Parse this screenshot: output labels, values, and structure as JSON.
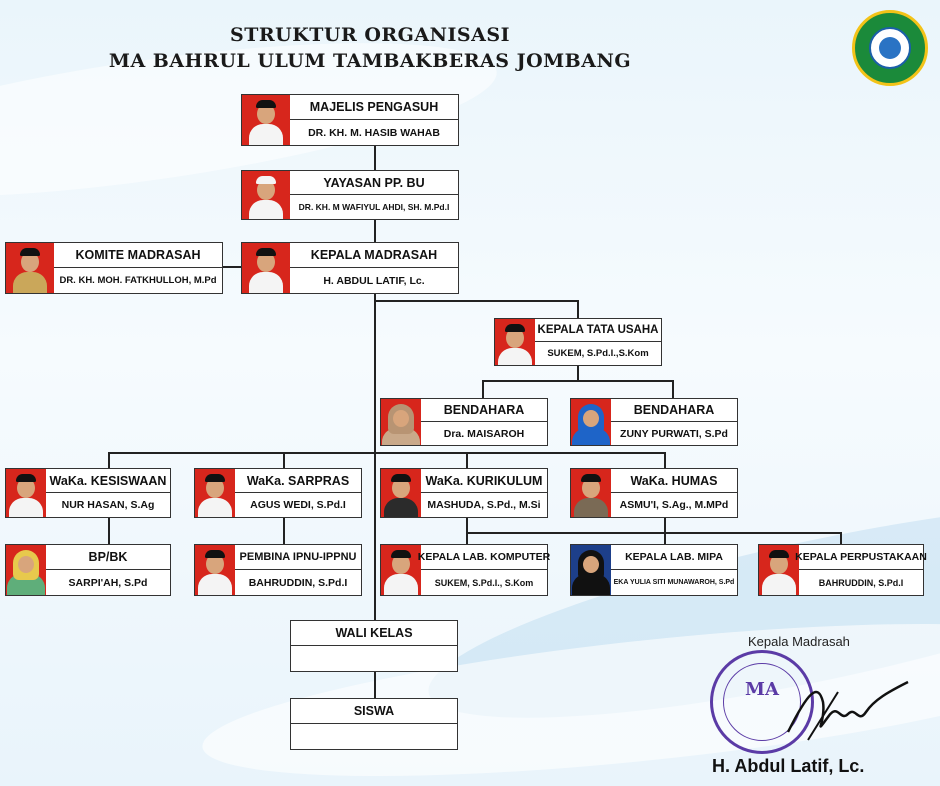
{
  "header": {
    "title_line1": "STRUKTUR ORGANISASI",
    "title_line2": "MA BAHRUL ULUM TAMBAKBERAS JOMBANG"
  },
  "logo": {
    "icon": "school-emblem-icon",
    "colors": {
      "ring": "#1b8a3a",
      "border": "#f3c318",
      "globe": "#2a73c4"
    }
  },
  "nodes": {
    "majelis": {
      "title": "MAJELIS PENGASUH",
      "name": "DR. KH. M. HASIB WAHAB"
    },
    "yayasan": {
      "title": "YAYASAN PP. BU",
      "name": "DR. KH. M WAFIYUL AHDI, SH. M.Pd.I"
    },
    "komite": {
      "title": "KOMITE MADRASAH",
      "name": "DR. KH. MOH. FATKHULLOH, M.Pd"
    },
    "kepala": {
      "title": "KEPALA MADRASAH",
      "name": "H. ABDUL LATIF, Lc."
    },
    "tata_usaha": {
      "title": "KEPALA TATA USAHA",
      "name": "SUKEM, S.Pd.I.,S.Kom"
    },
    "bendahara1": {
      "title": "BENDAHARA",
      "name": "Dra. MAISAROH"
    },
    "bendahara2": {
      "title": "BENDAHARA",
      "name": "ZUNY PURWATI, S.Pd"
    },
    "kesiswaan": {
      "title": "WaKa. KESISWAAN",
      "name": "NUR HASAN, S.Ag"
    },
    "sarpras": {
      "title": "WaKa. SARPRAS",
      "name": "AGUS WEDI, S.Pd.I"
    },
    "kurikulum": {
      "title": "WaKa. KURIKULUM",
      "name": "MASHUDA, S.Pd., M.Si"
    },
    "humas": {
      "title": "WaKa. HUMAS",
      "name": "ASMU'I, S.Ag., M.MPd"
    },
    "bpbk": {
      "title": "BP/BK",
      "name": "SARPI'AH, S.Pd"
    },
    "ipnu": {
      "title": "PEMBINA IPNU-IPPNU",
      "name": "BAHRUDDIN, S.Pd.I"
    },
    "lab_komputer": {
      "title": "KEPALA LAB. KOMPUTER",
      "name": "SUKEM, S.Pd.I., S.Kom"
    },
    "lab_mipa": {
      "title": "KEPALA LAB. MIPA",
      "name": "EKA YULIA SITI MUNAWAROH, S.Pd"
    },
    "perpustakaan": {
      "title": "KEPALA PERPUSTAKAAN",
      "name": "BAHRUDDIN, S.Pd.I"
    },
    "wali_kelas": {
      "title": "WALI KELAS"
    },
    "siswa": {
      "title": "SISWA"
    }
  },
  "signature": {
    "caption": "Kepala Madrasah",
    "stamp_text": "MA",
    "signed_name": "H. Abdul Latif, Lc."
  }
}
